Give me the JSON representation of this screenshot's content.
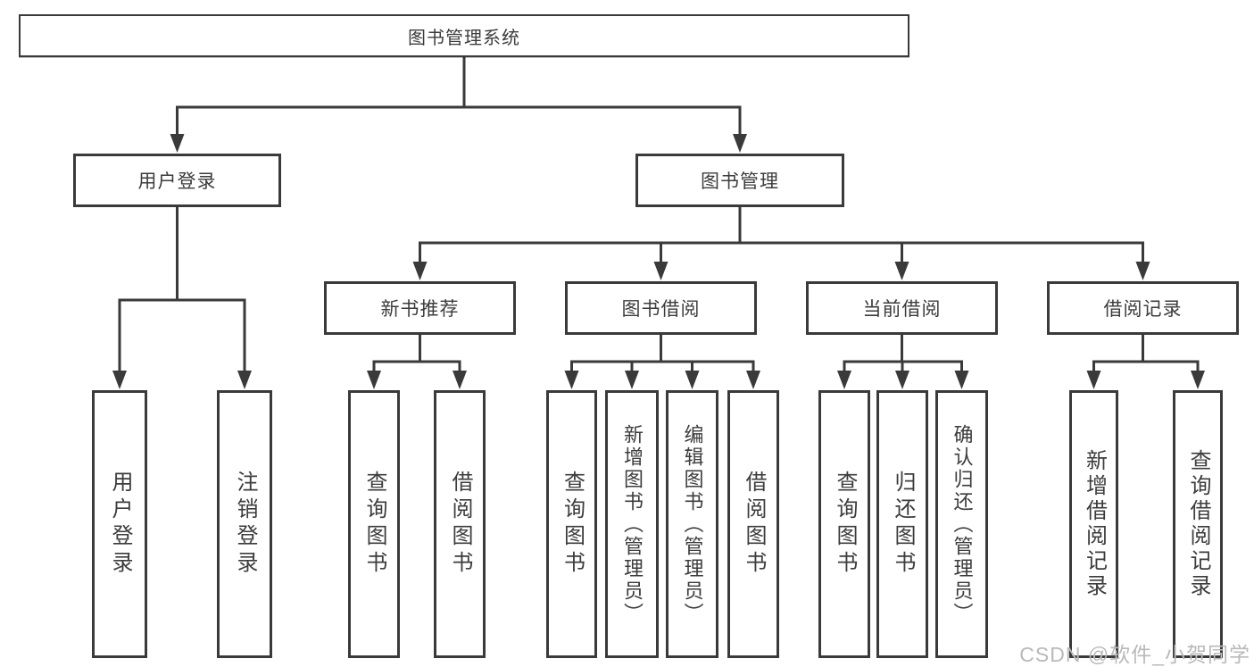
{
  "root": {
    "label": "图书管理系统"
  },
  "branches": {
    "user_login": {
      "label": "用户登录",
      "children": [
        {
          "label": "用户登录"
        },
        {
          "label": "注销登录"
        }
      ]
    },
    "book_management": {
      "label": "图书管理",
      "sections": [
        {
          "label": "新书推荐",
          "children": [
            {
              "label": "查询图书"
            },
            {
              "label": "借阅图书"
            }
          ]
        },
        {
          "label": "图书借阅",
          "children": [
            {
              "label": "查询图书"
            },
            {
              "label": "新增图书（管理员）"
            },
            {
              "label": "编辑图书（管理员）"
            },
            {
              "label": "借阅图书"
            }
          ]
        },
        {
          "label": "当前借阅",
          "children": [
            {
              "label": "查询图书"
            },
            {
              "label": "归还图书"
            },
            {
              "label": "确认归还（管理员）"
            }
          ]
        },
        {
          "label": "借阅记录",
          "children": [
            {
              "label": "新增借阅记录"
            },
            {
              "label": "查询借阅记录"
            }
          ]
        }
      ]
    }
  },
  "watermark": {
    "text": "CSDN @软件_小贺同学"
  },
  "colors": {
    "line": "#3a3a3a",
    "text": "#3c3c3c",
    "watermark": "#b9b9b9",
    "background": "#ffffff"
  }
}
